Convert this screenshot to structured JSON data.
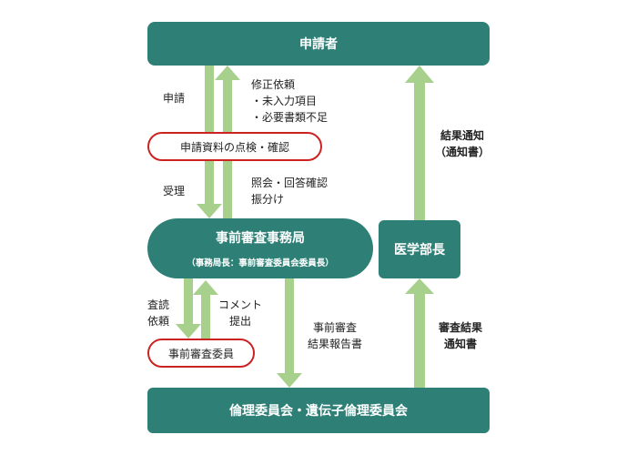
{
  "colors": {
    "box": "#2e8077",
    "arrow": "#a8d08d",
    "highlight": "#cc2222"
  },
  "nodes": {
    "applicant": "申請者",
    "office_main": "事前審査事務局",
    "office_sub": "（事務局長：事前審査委員会委員長）",
    "dean": "医学部長",
    "committee": "倫理委員会・遺伝子倫理委員会",
    "check": "申請資料の点検・確認",
    "reviewer": "事前審査委員"
  },
  "labels": {
    "apply": "申請",
    "revise_title": "修正依頼",
    "revise_item1": "・未入力項目",
    "revise_item2": "・必要書類不足",
    "accept": "受理",
    "inquiry_line1": "照会・回答確認",
    "inquiry_line2": "振分け",
    "review_req_line1": "査読",
    "review_req_line2": "依頼",
    "comment_line1": "コメント",
    "comment_line2": "提出",
    "prereport_line1": "事前審査",
    "prereport_line2": "結果報告書",
    "notify_line1": "結果通知",
    "notify_line2": "（通知書）",
    "review_notify_line1": "審査結果",
    "review_notify_line2": "通知書"
  }
}
